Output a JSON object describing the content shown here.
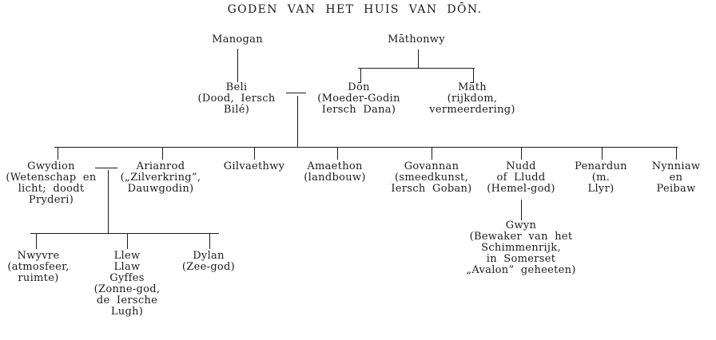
{
  "title": "GODEN VAN HET HUIS VAN DŌN.",
  "colors": {
    "ink": "#1b1b1b",
    "paper": "#ffffff"
  },
  "nodes": {
    "manogan": "Manogan",
    "mathonwy": "Māthonwy",
    "beli": "Beli\n(Dood, Iersch\nBilé)",
    "don": "Dōn\n(Moeder-Godin\nIersch Dana)",
    "math": "Māth\n(rijkdom,\nvermeerdering)",
    "gwydion": "Gwydion\n(Wetenschap en\nlicht; doodt\nPryderi)",
    "arianrod": "Arianrod\n(„Zilverkring”,\nDauwgodin)",
    "gilvaethwy": "Gilvaethwy",
    "amaethon": "Amaethon\n(landbouw)",
    "govannan": "Govannan\n(smeedkunst,\nIersch Goban)",
    "nudd": "Nudd\nof Lludd\n(Hemel-god)",
    "penardun": "Penardun\n(m.\nLlyr)",
    "nynniaw": "Nynniaw\nen Peibaw",
    "nwyvre": "Nwyvre\n(atmosfeer,\nruimte)",
    "llew": "Llew\nLlaw\nGyffes\n(Zonne-god,\nde Iersche\nLugh)",
    "dylan": "Dylan\n(Zee-god)",
    "gwyn": "Gwyn\n(Bewaker van het\nSchimmenrijk,\nin Somerset\n„Avalon” geheeten)"
  },
  "relations": {
    "parent_child": [
      {
        "parent": "Manogan",
        "children": [
          "Beli"
        ]
      },
      {
        "parent": "Māthonwy",
        "children": [
          "Dōn",
          "Māth"
        ]
      },
      {
        "parent": "Nudd of Lludd",
        "children": [
          "Gwyn"
        ]
      }
    ],
    "couples": [
      {
        "partners": [
          "Beli",
          "Dōn"
        ],
        "children": [
          "Gwydion",
          "Arianrod",
          "Gilvaethwy",
          "Amaethon",
          "Govannan",
          "Nudd of Lludd",
          "Penardun",
          "Nynniaw en Peibaw"
        ]
      },
      {
        "partners": [
          "Gwydion",
          "Arianrod"
        ],
        "children": [
          "Nwyvre",
          "Llew Llaw Gyffes",
          "Dylan"
        ]
      },
      {
        "partners": [
          "Penardun",
          "Llyr"
        ],
        "children": []
      }
    ]
  }
}
